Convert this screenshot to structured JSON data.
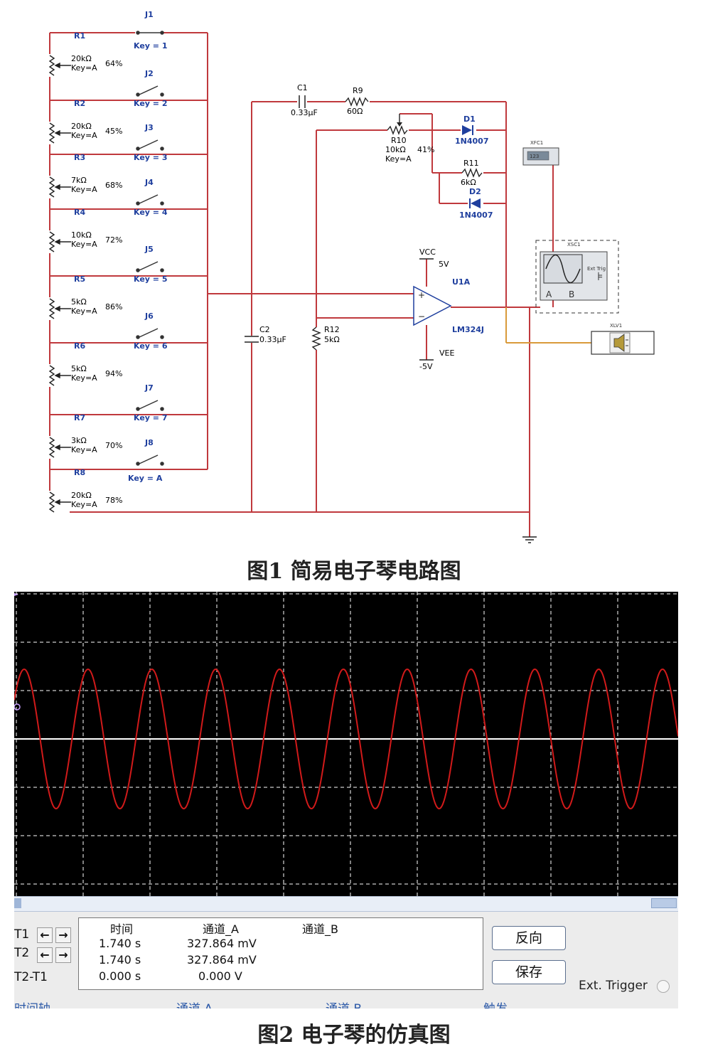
{
  "figure1": {
    "caption": "图1  简易电子琴电路图",
    "switches": [
      {
        "label": "J1",
        "key": "Key = 1"
      },
      {
        "label": "J2",
        "key": "Key = 2"
      },
      {
        "label": "J3",
        "key": "Key = 3"
      },
      {
        "label": "J4",
        "key": "Key = 4"
      },
      {
        "label": "J5",
        "key": "Key = 5"
      },
      {
        "label": "J6",
        "key": "Key = 6"
      },
      {
        "label": "J7",
        "key": "Key = 7"
      },
      {
        "label": "J8",
        "key": "Key = A"
      }
    ],
    "potentiometers": [
      {
        "label": "R1",
        "value": "20kΩ",
        "key": "Key=A",
        "percent": "64%"
      },
      {
        "label": "R2",
        "value": "20kΩ",
        "key": "Key=A",
        "percent": "45%"
      },
      {
        "label": "R3",
        "value": "7kΩ",
        "key": "Key=A",
        "percent": "68%"
      },
      {
        "label": "R4",
        "value": "10kΩ",
        "key": "Key=A",
        "percent": "72%"
      },
      {
        "label": "R5",
        "value": "5kΩ",
        "key": "Key=A",
        "percent": "86%"
      },
      {
        "label": "R6",
        "value": "5kΩ",
        "key": "Key=A",
        "percent": "94%"
      },
      {
        "label": "R7",
        "value": "3kΩ",
        "key": "Key=A",
        "percent": "70%"
      },
      {
        "label": "R8",
        "value": "20kΩ",
        "key": "Key=A",
        "percent": "78%"
      }
    ],
    "c1": {
      "label": "C1",
      "value": "0.33μF"
    },
    "r9": {
      "label": "R9",
      "value": "60Ω"
    },
    "r10": {
      "label": "R10",
      "value": "10kΩ",
      "key": "Key=A",
      "percent": "41%"
    },
    "d1": {
      "label": "D1",
      "value": "1N4007"
    },
    "r11": {
      "label": "R11",
      "value": "6kΩ"
    },
    "d2": {
      "label": "D2",
      "value": "1N4007"
    },
    "c2": {
      "label": "C2",
      "value": "0.33μF"
    },
    "r12": {
      "label": "R12",
      "value": "5kΩ"
    },
    "vcc": {
      "label": "VCC",
      "value": "5V"
    },
    "vee": {
      "label": "VEE",
      "value": "-5V"
    },
    "opamp": {
      "label": "U1A",
      "model": "LM324J"
    },
    "counter": {
      "label": "XFC1",
      "display": "123"
    },
    "scope": {
      "label": "XSC1"
    },
    "speaker": {
      "label": "XLV1"
    }
  },
  "figure2": {
    "caption": "图2  电子琴的仿真图",
    "waveform": {
      "cycles": 10.4,
      "color": "#d11a1a",
      "grid_color": "#ffffff",
      "background": "#000000"
    },
    "cursors": {
      "t1": "T1",
      "t2": "T2",
      "t2t1": "T2-T1"
    },
    "readout": {
      "headers": [
        "时间",
        "通道_A",
        "通道_B"
      ],
      "rows": [
        [
          "1.740 s",
          "327.864 mV",
          ""
        ],
        [
          "1.740 s",
          "327.864 mV",
          ""
        ],
        [
          "0.000 s",
          "0.000 V",
          ""
        ]
      ]
    },
    "buttons": {
      "reverse": "反向",
      "save": "保存"
    },
    "ext_trigger": "Ext. Trigger",
    "groups": [
      "时间轴",
      "通道 A",
      "通道 B",
      "触发"
    ]
  }
}
